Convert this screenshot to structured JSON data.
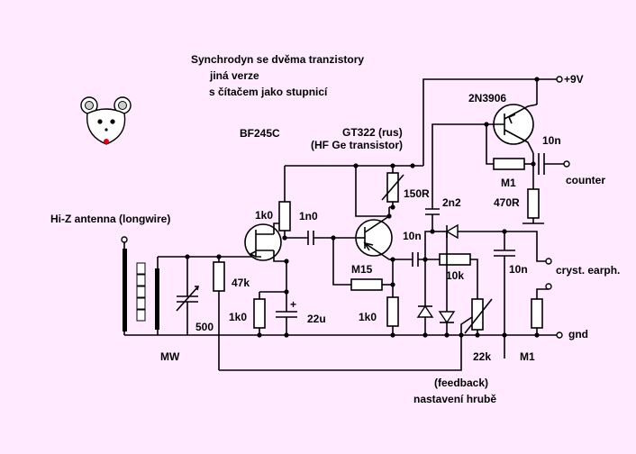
{
  "title": {
    "line1": "Synchrodyn se dvěma tranzistory",
    "line2": "jiná verze",
    "line3": "s čítačem jako stupnicí"
  },
  "labels": {
    "fet": "BF245C",
    "ge_transistor": "GT322 (rus)",
    "ge_note": "(HF Ge  transistor)",
    "pnp": "2N3906",
    "supply": "+9V",
    "antenna": "Hi-Z antenna (longwire)",
    "band": "MW",
    "tuning_cap": "500",
    "r_1k0_top": "1k0",
    "c_1n0": "1n0",
    "r_47k": "47k",
    "r_1k0_source": "1k0",
    "c_22u": "22u",
    "c_22u_plus": "+",
    "r_150r": "150R",
    "r_m15": "M15",
    "r_1k0_emitter": "1k0",
    "c_2n2": "2n2",
    "c_10n_coupling": "10n",
    "r_10k": "10k",
    "c_10n_out": "10n",
    "c_10n_counter": "10n",
    "r_m1_counter": "M1",
    "r_470r": "470R",
    "counter": "counter",
    "earphone": "cryst. earph.",
    "gnd": "gnd",
    "pot_22k": "22k",
    "r_m1_out": "M1",
    "feedback": "(feedback)",
    "coarse": "nastavení hrubě"
  },
  "colors": {
    "background": "#ffeaff",
    "ink": "#000000",
    "mouse_nose": "#e0001a"
  },
  "icons": [
    "mouse-icon"
  ]
}
